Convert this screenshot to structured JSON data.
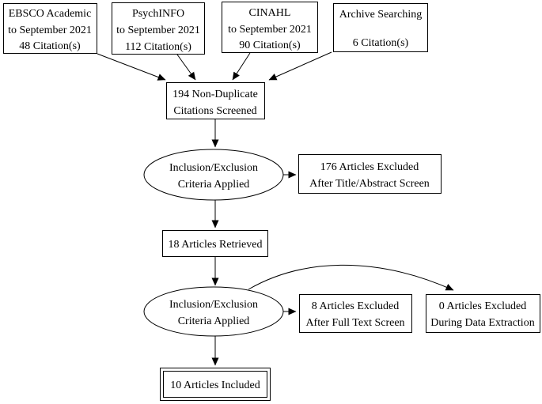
{
  "colors": {
    "background": "#ffffff",
    "stroke": "#000000",
    "text": "#000000",
    "node_fill": "#ffffff"
  },
  "diagram": {
    "kind": "flowchart",
    "nodes": {
      "ebsco": {
        "type": "box",
        "lines": [
          "EBSCO Academic",
          "to September 2021",
          "48 Citation(s)"
        ]
      },
      "psychinfo": {
        "type": "box",
        "lines": [
          "PsychINFO",
          "to September 2021",
          "112 Citation(s)"
        ]
      },
      "cinahl": {
        "type": "box",
        "lines": [
          "CINAHL",
          "to September 2021",
          "90 Citation(s)"
        ]
      },
      "archive": {
        "type": "box",
        "lines": [
          "Archive Searching",
          "6 Citation(s)"
        ]
      },
      "screened": {
        "type": "box",
        "lines": [
          "194 Non-Duplicate",
          "Citations Screened"
        ]
      },
      "criteria1": {
        "type": "ellipse",
        "lines": [
          "Inclusion/Exclusion",
          "Criteria Applied"
        ]
      },
      "excluded_title_abstract": {
        "type": "box",
        "lines": [
          "176 Articles Excluded",
          "After Title/Abstract Screen"
        ]
      },
      "retrieved": {
        "type": "box",
        "lines": [
          "18 Articles Retrieved"
        ]
      },
      "criteria2": {
        "type": "ellipse",
        "lines": [
          "Inclusion/Exclusion",
          "Criteria Applied"
        ]
      },
      "excluded_full_text": {
        "type": "box",
        "lines": [
          "8 Articles Excluded",
          "After Full Text Screen"
        ]
      },
      "excluded_data_extraction": {
        "type": "box",
        "lines": [
          "0 Articles Excluded",
          "During Data Extraction"
        ]
      },
      "included": {
        "type": "double-box",
        "lines": [
          "10 Articles Included"
        ]
      }
    },
    "edges": [
      {
        "from": "ebsco",
        "to": "screened"
      },
      {
        "from": "psychinfo",
        "to": "screened"
      },
      {
        "from": "cinahl",
        "to": "screened"
      },
      {
        "from": "archive",
        "to": "screened"
      },
      {
        "from": "screened",
        "to": "criteria1"
      },
      {
        "from": "criteria1",
        "to": "excluded_title_abstract"
      },
      {
        "from": "criteria1",
        "to": "retrieved"
      },
      {
        "from": "retrieved",
        "to": "criteria2"
      },
      {
        "from": "criteria2",
        "to": "excluded_full_text"
      },
      {
        "from": "criteria2",
        "to": "excluded_data_extraction"
      },
      {
        "from": "criteria2",
        "to": "included"
      }
    ]
  }
}
